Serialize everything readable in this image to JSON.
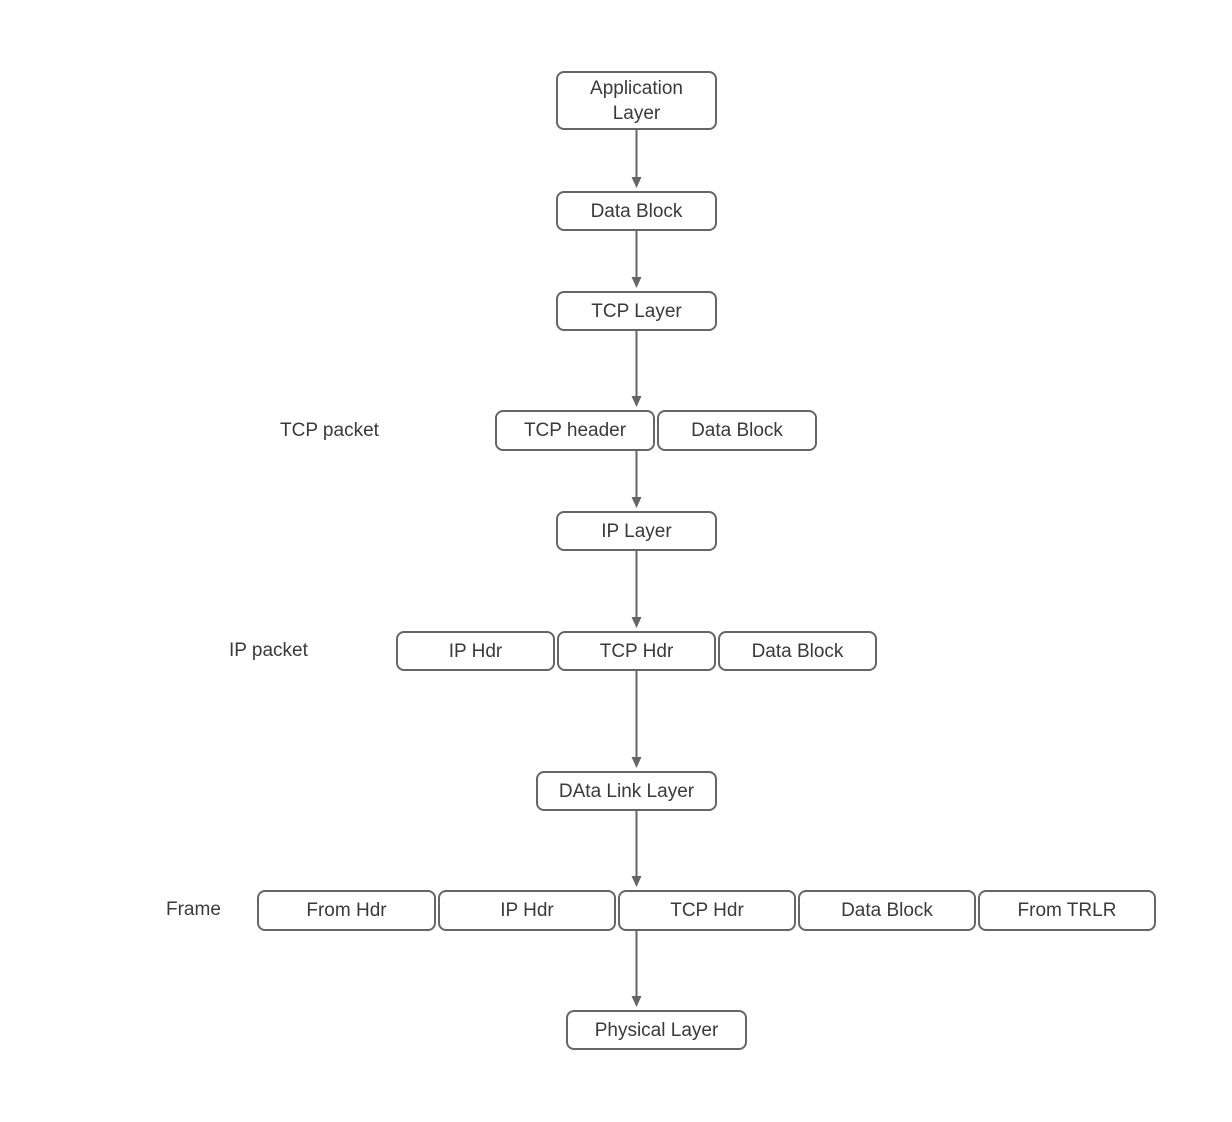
{
  "diagram": {
    "colors": {
      "box_border": "#666666",
      "box_fill": "#ffffff",
      "text": "#3a3a3a",
      "arrow": "#666666",
      "background": "#ffffff"
    },
    "boxes": {
      "application_layer": "Application Layer",
      "data_block_app": "Data Block",
      "tcp_layer": "TCP Layer",
      "tcp_header": "TCP header",
      "data_block_tcp": "Data Block",
      "ip_layer": "IP Layer",
      "ip_hdr": "IP Hdr",
      "tcp_hdr": "TCP Hdr",
      "data_block_ip": "Data Block",
      "data_link_layer": "DAta Link Layer",
      "frame_from_hdr": "From Hdr",
      "frame_ip_hdr": "IP Hdr",
      "frame_tcp_hdr": "TCP Hdr",
      "frame_data_block": "Data Block",
      "frame_from_trlr": "From TRLR",
      "physical_layer": "Physical Layer"
    },
    "labels": {
      "tcp_packet": "TCP packet",
      "ip_packet": "IP packet",
      "frame": "Frame"
    }
  }
}
